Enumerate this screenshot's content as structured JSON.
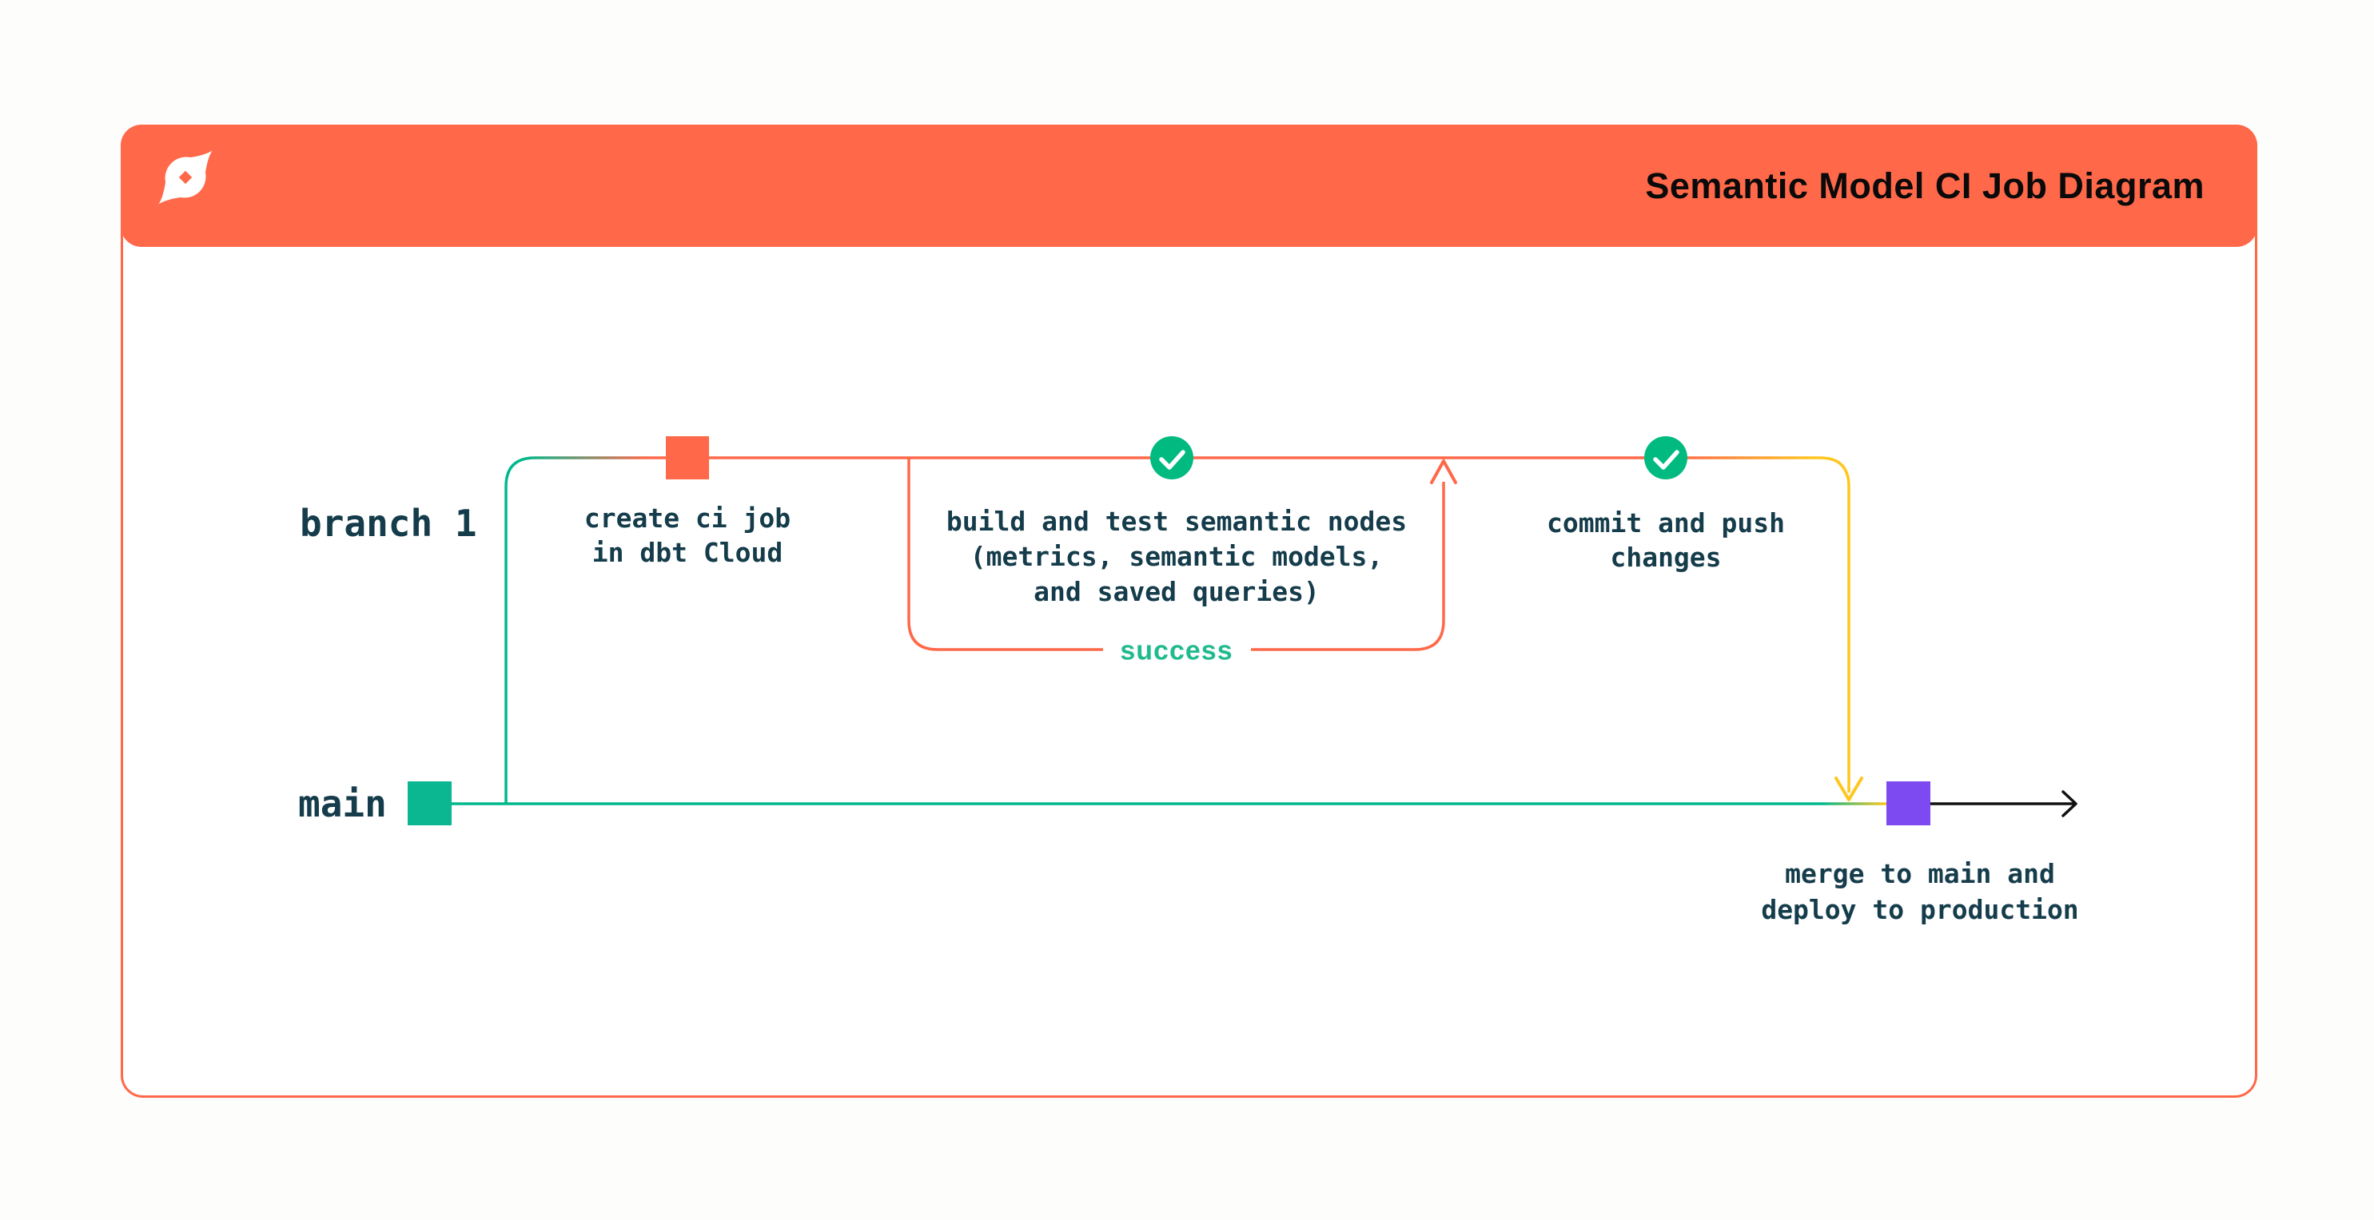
{
  "header": {
    "title": "Semantic Model CI Job Diagram",
    "logo": "dbt-logo",
    "bg_color": "#FF6849",
    "title_color": "#0A0A0A"
  },
  "diagram": {
    "branches": [
      {
        "label": "branch 1",
        "line_color": "#00B88C"
      },
      {
        "label": "main",
        "line_color": "#00B88C"
      }
    ],
    "nodes": [
      {
        "id": "create-ci-job",
        "marker": "orange-square",
        "marker_color": "#FF6849",
        "lines": [
          "create ci job",
          "in dbt Cloud"
        ]
      },
      {
        "id": "build-and-test",
        "marker": "check-circle",
        "marker_color": "#00BA80",
        "lines": [
          "build and test semantic nodes",
          "(metrics, semantic models,",
          "and saved queries)"
        ],
        "loop_label": "success",
        "loop_color": "#FF6849"
      },
      {
        "id": "commit-and-push",
        "marker": "check-circle",
        "marker_color": "#00BA80",
        "lines": [
          "commit and push",
          "changes"
        ]
      },
      {
        "id": "merge-to-main",
        "marker": "purple-square",
        "marker_color": "#7C4AF0",
        "lines": [
          "merge to main and",
          "deploy to production"
        ]
      }
    ],
    "colors": {
      "orange": "#FF6849",
      "teal": "#00B88C",
      "green_check": "#00BA80",
      "success_green": "#21BA8E",
      "yellow": "#FFC61E",
      "purple": "#7C4AF0",
      "text_navy": "#153C4B",
      "arrow_black": "#111111"
    }
  }
}
